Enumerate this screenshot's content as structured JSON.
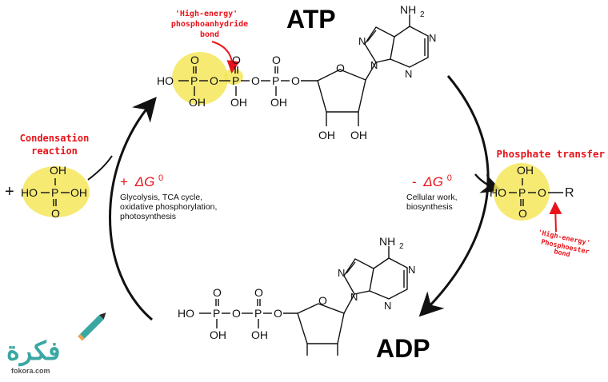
{
  "atp": {
    "title": "ATP",
    "bond_note": [
      "'High-energy'",
      "phosphoanhydride",
      "bond"
    ],
    "chain": [
      "HO",
      "P",
      "O",
      "P",
      "O",
      "P",
      "O"
    ],
    "oxo": [
      "O",
      "O",
      "O"
    ],
    "hydroxyls": [
      "OH",
      "OH",
      "OH"
    ],
    "ribose": {
      "ring_o": "O",
      "oh_left": "OH",
      "oh_right": "OH"
    },
    "base": {
      "amine": "NH",
      "amine_sub": "2",
      "n_atoms": [
        "N",
        "N",
        "N",
        "N"
      ]
    }
  },
  "adp": {
    "title": "ADP",
    "chain": [
      "HO",
      "P",
      "O",
      "P",
      "O"
    ],
    "oxo": [
      "O",
      "O"
    ],
    "hydroxyls": [
      "OH",
      "OH"
    ],
    "ribose": {
      "ring_o": "O"
    },
    "base": {
      "amine": "NH",
      "amine_sub": "2",
      "n_atoms": [
        "N",
        "N",
        "N",
        "N"
      ]
    }
  },
  "condensation": {
    "label": [
      "Condensation",
      "reaction"
    ],
    "plus": "+",
    "phosphate": {
      "top": "OH",
      "left": "HO",
      "center": "P",
      "right": "OH",
      "bottom": "O"
    }
  },
  "synthesis": {
    "delta_sign": "+",
    "delta": "ΔG",
    "delta_sup": "0",
    "lines": [
      "Glycolysis, TCA cycle,",
      "oxidative phosphorylation,",
      "photosynthesis"
    ]
  },
  "hydrolysis": {
    "delta_sign": "-",
    "delta": "ΔG",
    "delta_sup": "0",
    "lines": [
      "Cellular work,",
      "biosynthesis"
    ]
  },
  "transfer": {
    "label": "Phosphate transfer",
    "phosphate": {
      "top": "OH",
      "left": "HO",
      "center": "P",
      "link": "O",
      "r": "R",
      "bottom": "O"
    },
    "bond_note": [
      "'High-energy'",
      "Phosphoester",
      "bond"
    ]
  },
  "watermark": {
    "name": "فكرة",
    "site": "fokora.com"
  },
  "colors": {
    "red": "#e8131a",
    "highlight": "#f5e65a",
    "ink": "#111111",
    "watermark": "#3aa7a3"
  }
}
